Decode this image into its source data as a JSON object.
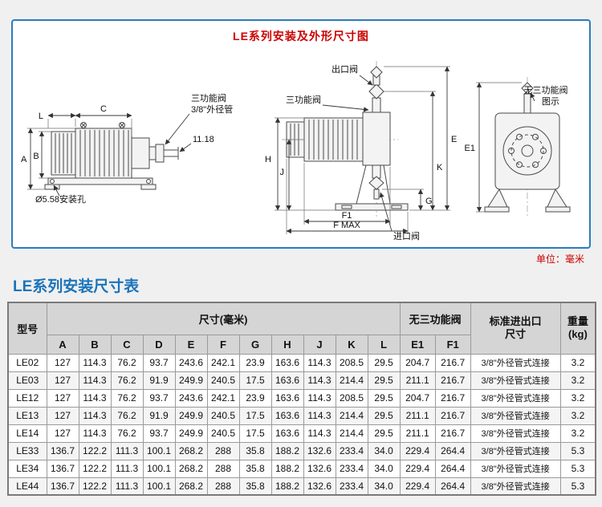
{
  "page": {
    "unit_note": "单位：毫米",
    "section_title": "LE系列安装尺寸表"
  },
  "colors": {
    "panel_border_blue": "#2a7dc0",
    "title_red": "#cc0000",
    "table_title_blue": "#1b74bb",
    "header_gray": "#d5d5d5"
  },
  "diagram": {
    "title": "LE系列安装及外形尺寸图",
    "left_view": {
      "dim_l": "L",
      "dim_c": "C",
      "dim_a": "A",
      "dim_b": "B",
      "dim_tube": "11.18",
      "label_valve": "三功能阀",
      "label_pipe": "3/8\"外径管",
      "label_hole": "Ø5.58安装孔"
    },
    "front_view": {
      "label_outlet": "出口阀",
      "label_valve": "三功能阀",
      "label_inlet": "进口阀",
      "dim_e": "E",
      "dim_k": "K",
      "dim_h": "H",
      "dim_j": "J",
      "dim_f1": "F1",
      "dim_fmax": "F MAX",
      "dim_g": "G"
    },
    "side_view": {
      "label_no_valve_1": "无三功能阀",
      "label_no_valve_2": "图示",
      "dim_e1": "E1"
    }
  },
  "table": {
    "header": {
      "model": "型号",
      "size_group": "尺寸(毫米)",
      "no_valve_group": "无三功能阀",
      "port": "标准进出口尺寸",
      "weight": "重量(kg)"
    },
    "dim_headers": [
      "A",
      "B",
      "C",
      "D",
      "E",
      "F",
      "G",
      "H",
      "J",
      "K",
      "L"
    ],
    "valve_headers": [
      "E1",
      "F1"
    ],
    "rows": [
      {
        "model": "LE02",
        "dims": [
          "127",
          "114.3",
          "76.2",
          "93.7",
          "243.6",
          "242.1",
          "23.9",
          "163.6",
          "114.3",
          "208.5",
          "29.5"
        ],
        "e1": "204.7",
        "f1": "216.7",
        "port": "3/8\"外径管式连接",
        "weight": "3.2"
      },
      {
        "model": "LE03",
        "dims": [
          "127",
          "114.3",
          "76.2",
          "91.9",
          "249.9",
          "240.5",
          "17.5",
          "163.6",
          "114.3",
          "214.4",
          "29.5"
        ],
        "e1": "211.1",
        "f1": "216.7",
        "port": "3/8\"外径管式连接",
        "weight": "3.2"
      },
      {
        "model": "LE12",
        "dims": [
          "127",
          "114.3",
          "76.2",
          "93.7",
          "243.6",
          "242.1",
          "23.9",
          "163.6",
          "114.3",
          "208.5",
          "29.5"
        ],
        "e1": "204.7",
        "f1": "216.7",
        "port": "3/8\"外径管式连接",
        "weight": "3.2"
      },
      {
        "model": "LE13",
        "dims": [
          "127",
          "114.3",
          "76.2",
          "91.9",
          "249.9",
          "240.5",
          "17.5",
          "163.6",
          "114.3",
          "214.4",
          "29.5"
        ],
        "e1": "211.1",
        "f1": "216.7",
        "port": "3/8\"外径管式连接",
        "weight": "3.2"
      },
      {
        "model": "LE14",
        "dims": [
          "127",
          "114.3",
          "76.2",
          "93.7",
          "249.9",
          "240.5",
          "17.5",
          "163.6",
          "114.3",
          "214.4",
          "29.5"
        ],
        "e1": "211.1",
        "f1": "216.7",
        "port": "3/8\"外径管式连接",
        "weight": "3.2"
      },
      {
        "model": "LE33",
        "dims": [
          "136.7",
          "122.2",
          "111.3",
          "100.1",
          "268.2",
          "288",
          "35.8",
          "188.2",
          "132.6",
          "233.4",
          "34.0"
        ],
        "e1": "229.4",
        "f1": "264.4",
        "port": "3/8\"外径管式连接",
        "weight": "5.3"
      },
      {
        "model": "LE34",
        "dims": [
          "136.7",
          "122.2",
          "111.3",
          "100.1",
          "268.2",
          "288",
          "35.8",
          "188.2",
          "132.6",
          "233.4",
          "34.0"
        ],
        "e1": "229.4",
        "f1": "264.4",
        "port": "3/8\"外径管式连接",
        "weight": "5.3"
      },
      {
        "model": "LE44",
        "dims": [
          "136.7",
          "122.2",
          "111.3",
          "100.1",
          "268.2",
          "288",
          "35.8",
          "188.2",
          "132.6",
          "233.4",
          "34.0"
        ],
        "e1": "229.4",
        "f1": "264.4",
        "port": "3/8\"外径管式连接",
        "weight": "5.3"
      }
    ]
  }
}
